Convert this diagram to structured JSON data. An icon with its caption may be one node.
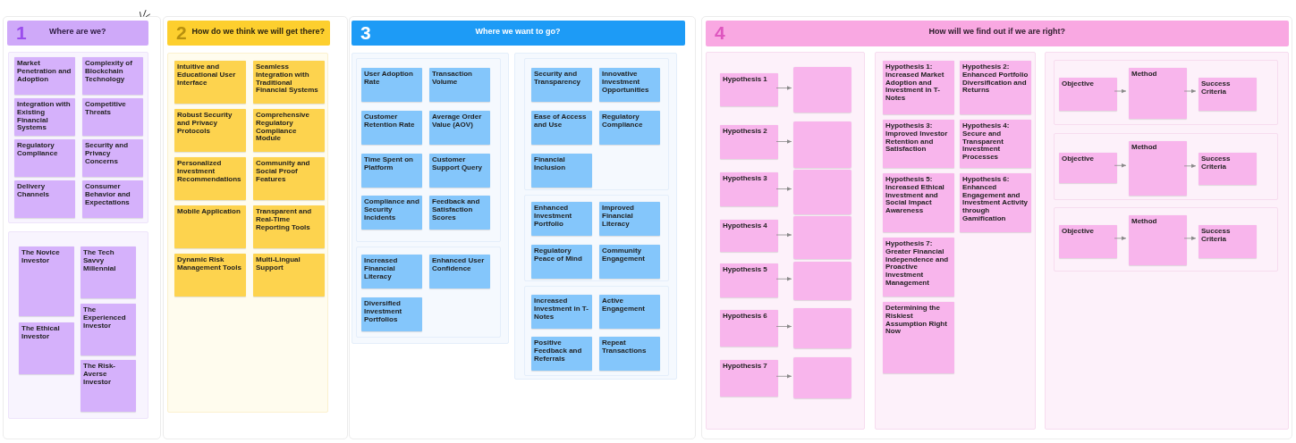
{
  "diagram": {
    "nodes": [
      {
        "text": [
          "1",
          "Where are we?"
        ]
      },
      {
        "text": [],
        "shape": "box",
        "in": 0
      },
      {
        "text": [
          "Market Penetration and Adoption"
        ],
        "in": 1
      },
      {
        "text": [
          "Complexity of Blockchain Technology"
        ],
        "in": 1
      },
      {
        "text": [
          "Integration with Existing Financial Systems"
        ],
        "in": 1
      },
      {
        "text": [
          "Competitive Threats"
        ],
        "in": 1
      },
      {
        "text": [
          "Regulatory Compliance"
        ],
        "in": 1
      },
      {
        "text": [
          "Security and Privacy Concerns"
        ],
        "in": 1
      },
      {
        "text": [
          "Delivery Channels"
        ],
        "in": 1
      },
      {
        "text": [
          "Consumer Behavior and Expectations"
        ],
        "in": 1
      },
      {
        "text": [],
        "shape": "box",
        "in": 0
      },
      {
        "text": [
          "The Novice Investor"
        ],
        "in": 10
      },
      {
        "text": [
          "The Tech Savvy Millennial"
        ],
        "in": 10
      },
      {
        "text": [
          "The Experienced Investor"
        ],
        "in": 10
      },
      {
        "text": [
          "The Ethical Investor"
        ],
        "in": 10
      },
      {
        "text": [
          "The Risk-Averse Investor"
        ],
        "in": 10
      },
      {
        "text": [
          "2",
          "How do we think we will get there?"
        ]
      },
      {
        "text": [],
        "shape": "box",
        "in": 16
      },
      {
        "text": [
          "Intuitive and Educational User Interface"
        ],
        "in": 17
      },
      {
        "text": [
          "Seamless Integration with Traditional Financial Systems"
        ],
        "in": 17
      },
      {
        "text": [
          "Robust Security and Privacy Protocols"
        ],
        "in": 17
      },
      {
        "text": [
          "Comprehensive Regulatory Compliance Module"
        ],
        "in": 17
      },
      {
        "text": [
          "Personalized Investment Recommendations"
        ],
        "in": 17
      },
      {
        "text": [
          "Community and Social Proof Features"
        ],
        "in": 17
      },
      {
        "text": [
          "Mobile Application"
        ],
        "in": 17
      },
      {
        "text": [
          "Transparent and Real-Time Reporting Tools"
        ],
        "in": 17
      },
      {
        "text": [
          "Dynamic Risk Management Tools"
        ],
        "in": 17
      },
      {
        "text": [
          "Multi-Lingual Support"
        ],
        "in": 17
      },
      {
        "text": [
          "3",
          "Where we want to go?"
        ]
      },
      {
        "text": [],
        "shape": "box",
        "in": 28
      },
      {
        "text": [],
        "shape": "box",
        "in": 29
      },
      {
        "text": [
          "User Adoption Rate"
        ],
        "in": 30
      },
      {
        "text": [
          "Transaction Volume"
        ],
        "in": 30
      },
      {
        "text": [
          "Customer Retention Rate"
        ],
        "in": 30
      },
      {
        "text": [
          "Average Order Value (AOV)"
        ],
        "in": 30
      },
      {
        "text": [
          "Time Spent on Platform"
        ],
        "in": 30
      },
      {
        "text": [
          "Customer Support Query"
        ],
        "in": 30
      },
      {
        "text": [
          "Compliance and Security Incidents"
        ],
        "in": 30
      },
      {
        "text": [
          "Feedback and Satisfaction Scores"
        ],
        "in": 30
      },
      {
        "text": [],
        "shape": "box",
        "in": 29
      },
      {
        "text": [
          "Increased Financial Literacy"
        ],
        "in": 39
      },
      {
        "text": [
          "Enhanced User Confidence"
        ],
        "in": 39
      },
      {
        "text": [
          "Diversified Investment Portfolios"
        ],
        "in": 39
      },
      {
        "text": [],
        "shape": "box",
        "in": 28
      },
      {
        "text": [],
        "shape": "box",
        "in": 43
      },
      {
        "text": [
          "Security and Transparency"
        ],
        "in": 44
      },
      {
        "text": [
          "Innovative Investment Opportunities"
        ],
        "in": 44
      },
      {
        "text": [
          "Ease of Access and Use"
        ],
        "in": 44
      },
      {
        "text": [
          "Regulatory Compliance"
        ],
        "in": 44
      },
      {
        "text": [
          "Financial Inclusion"
        ],
        "in": 44
      },
      {
        "text": [],
        "shape": "box",
        "in": 43
      },
      {
        "text": [
          "Enhanced Investment Portfolio"
        ],
        "in": 50
      },
      {
        "text": [
          "Improved Financial Literacy"
        ],
        "in": 50
      },
      {
        "text": [
          "Regulatory Peace of Mind"
        ],
        "in": 50
      },
      {
        "text": [
          "Community Engagement"
        ],
        "in": 50
      },
      {
        "text": [],
        "shape": "box",
        "in": 43
      },
      {
        "text": [
          "Increased Investment in T-Notes"
        ],
        "in": 55
      },
      {
        "text": [
          "Active Engagement"
        ],
        "in": 55
      },
      {
        "text": [
          "Positive Feedback and Referrals"
        ],
        "in": 55
      },
      {
        "text": [
          "Repeat Transactions"
        ],
        "in": 55
      },
      {
        "text": [
          "4",
          "How will we find out if we are right?"
        ]
      },
      {
        "text": [],
        "shape": "box",
        "in": 60
      },
      {
        "text": [
          "Hypothesis 1"
        ],
        "in": 61
      },
      {
        "text": [],
        "shape": "box",
        "in": 61
      },
      {
        "text": [
          "Hypothesis 2"
        ],
        "in": 61
      },
      {
        "text": [],
        "shape": "box",
        "in": 61
      },
      {
        "text": [
          "Hypothesis 3"
        ],
        "in": 61
      },
      {
        "text": [],
        "shape": "box",
        "in": 61
      },
      {
        "text": [
          "Hypothesis 4"
        ],
        "in": 61
      },
      {
        "text": [],
        "shape": "box",
        "in": 61
      },
      {
        "text": [
          "Hypothesis 5"
        ],
        "in": 61
      },
      {
        "text": [],
        "shape": "box",
        "in": 61
      },
      {
        "text": [
          "Hypothesis 6"
        ],
        "in": 61
      },
      {
        "text": [],
        "shape": "box",
        "in": 61
      },
      {
        "text": [
          "Hypothesis 7"
        ],
        "in": 61
      },
      {
        "text": [],
        "shape": "box",
        "in": 61
      },
      {
        "text": [],
        "shape": "box",
        "in": 60
      },
      {
        "text": [
          "Hypothesis 1: Increased Market Adoption and Investment in T-Notes"
        ],
        "in": 76
      },
      {
        "text": [
          "Hypothesis 2: Enhanced Portfolio Diversification and Returns"
        ],
        "in": 76
      },
      {
        "text": [
          "Hypothesis 3: Improved Investor Retention and Satisfaction"
        ],
        "in": 76
      },
      {
        "text": [
          "Hypothesis 4: Secure and Transparent Investment Processes"
        ],
        "in": 76
      },
      {
        "text": [
          "Hypothesis 5: Increased Ethical Investment and Social Impact Awareness"
        ],
        "in": 76
      },
      {
        "text": [
          "Hypothesis 6: Enhanced Engagement and Investment Activity through Gamification"
        ],
        "in": 76
      },
      {
        "text": [
          "Hypothesis 7: Greater Financial Independence and Proactive Investment Management"
        ],
        "in": 76
      },
      {
        "text": [
          "Determining the Riskiest Assumption Right Now"
        ],
        "in": 76
      },
      {
        "text": [],
        "shape": "box",
        "in": 60
      },
      {
        "text": [],
        "shape": "box",
        "in": 85
      },
      {
        "text": [
          "Objective"
        ],
        "in": 86
      },
      {
        "text": [
          "Method"
        ],
        "in": 86
      },
      {
        "text": [
          "Success Criteria"
        ],
        "in": 86
      },
      {
        "text": [],
        "shape": "box",
        "in": 85
      },
      {
        "text": [
          "Objective"
        ],
        "in": 90
      },
      {
        "text": [
          "Method"
        ],
        "in": 90
      },
      {
        "text": [
          "Success Criteria"
        ],
        "in": 90
      },
      {
        "text": [],
        "shape": "box",
        "in": 85
      },
      {
        "text": [
          "Objective"
        ],
        "in": 94
      },
      {
        "text": [
          "Method"
        ],
        "in": 94
      },
      {
        "text": [
          "Success Criteria"
        ],
        "in": 94
      }
    ],
    "edges": [
      {
        "from": 62,
        "to": 63,
        "arrow": "to"
      },
      {
        "from": 64,
        "to": 65,
        "arrow": "to"
      },
      {
        "from": 66,
        "to": 67,
        "arrow": "to"
      },
      {
        "from": 68,
        "to": 69,
        "arrow": "to"
      },
      {
        "from": 70,
        "to": 71,
        "arrow": "to"
      },
      {
        "from": 72,
        "to": 73,
        "arrow": "to"
      },
      {
        "from": 74,
        "to": 75,
        "arrow": "to"
      },
      {
        "from": 87,
        "to": 88,
        "arrow": "to"
      },
      {
        "from": 88,
        "to": 89,
        "arrow": "to"
      },
      {
        "from": 91,
        "to": 92,
        "arrow": "to"
      },
      {
        "from": 92,
        "to": 93,
        "arrow": "to"
      },
      {
        "from": 95,
        "to": 96,
        "arrow": "to"
      },
      {
        "from": 96,
        "to": 97,
        "arrow": "to"
      }
    ]
  }
}
